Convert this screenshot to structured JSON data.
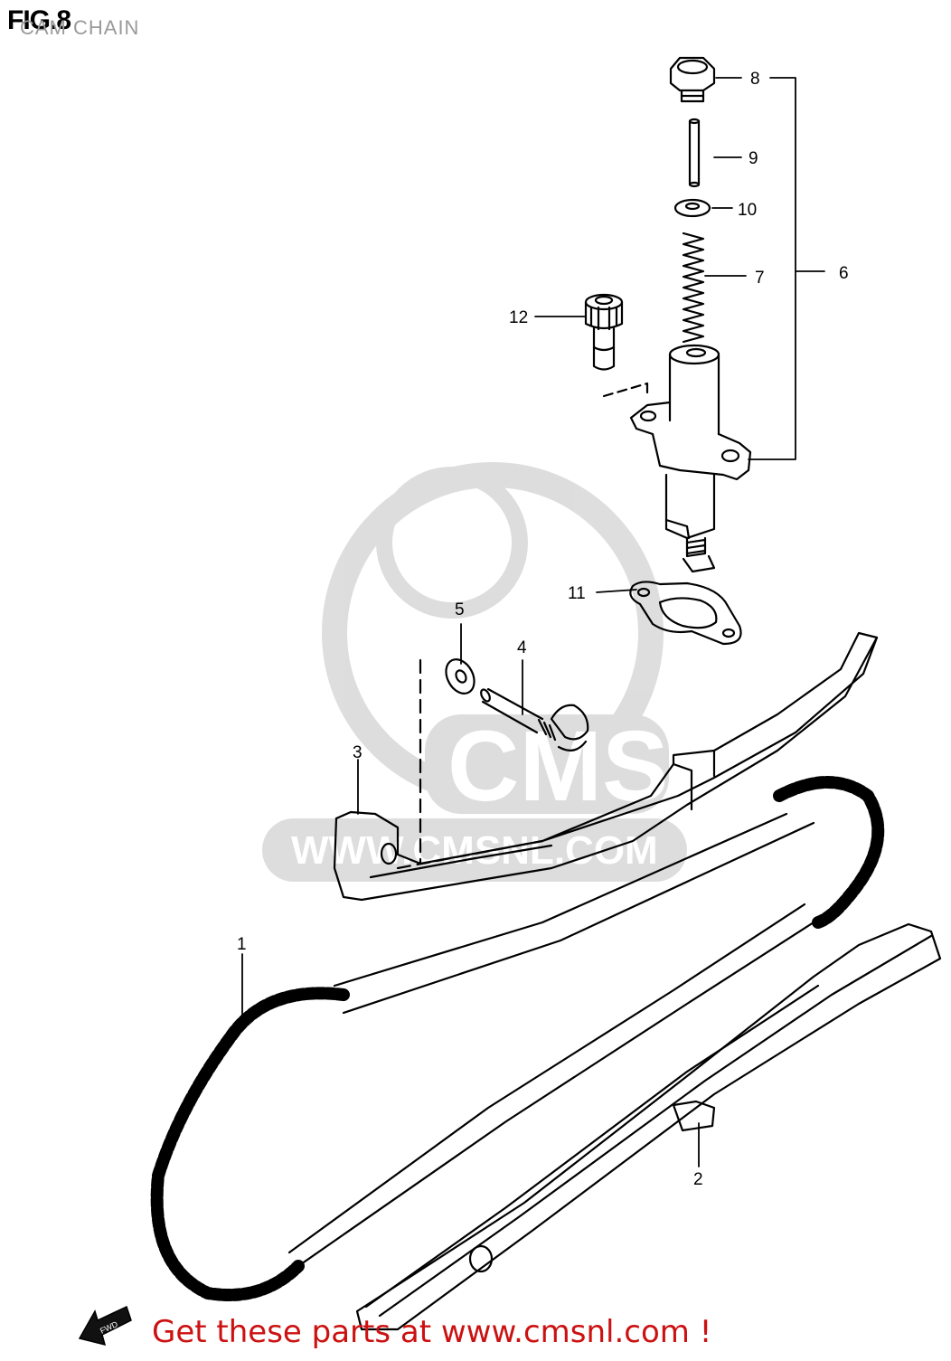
{
  "figure": {
    "number": "FIG.8",
    "title": "CAM CHAIN"
  },
  "watermark": {
    "brand": "CMS",
    "url": "WWW.CMSNL.COM"
  },
  "fwd_label": "FWD",
  "footer": {
    "text": "Get these parts at www.cmsnl.com !",
    "color": "#cc1111"
  },
  "callouts": [
    "1",
    "2",
    "3",
    "4",
    "5",
    "6",
    "7",
    "8",
    "9",
    "10",
    "11",
    "12"
  ],
  "parts": [
    {
      "ref": "1",
      "icon": "chain-icon"
    },
    {
      "ref": "2",
      "icon": "guide-rail-icon"
    },
    {
      "ref": "3",
      "icon": "tensioner-arm-icon"
    },
    {
      "ref": "4",
      "icon": "pivot-bolt-icon"
    },
    {
      "ref": "5",
      "icon": "washer-icon"
    },
    {
      "ref": "6",
      "icon": "tensioner-assembly-icon"
    },
    {
      "ref": "7",
      "icon": "spring-icon"
    },
    {
      "ref": "8",
      "icon": "cap-bolt-icon"
    },
    {
      "ref": "9",
      "icon": "rod-icon"
    },
    {
      "ref": "10",
      "icon": "washer-icon"
    },
    {
      "ref": "11",
      "icon": "gasket-icon"
    },
    {
      "ref": "12",
      "icon": "bolt-icon"
    }
  ]
}
